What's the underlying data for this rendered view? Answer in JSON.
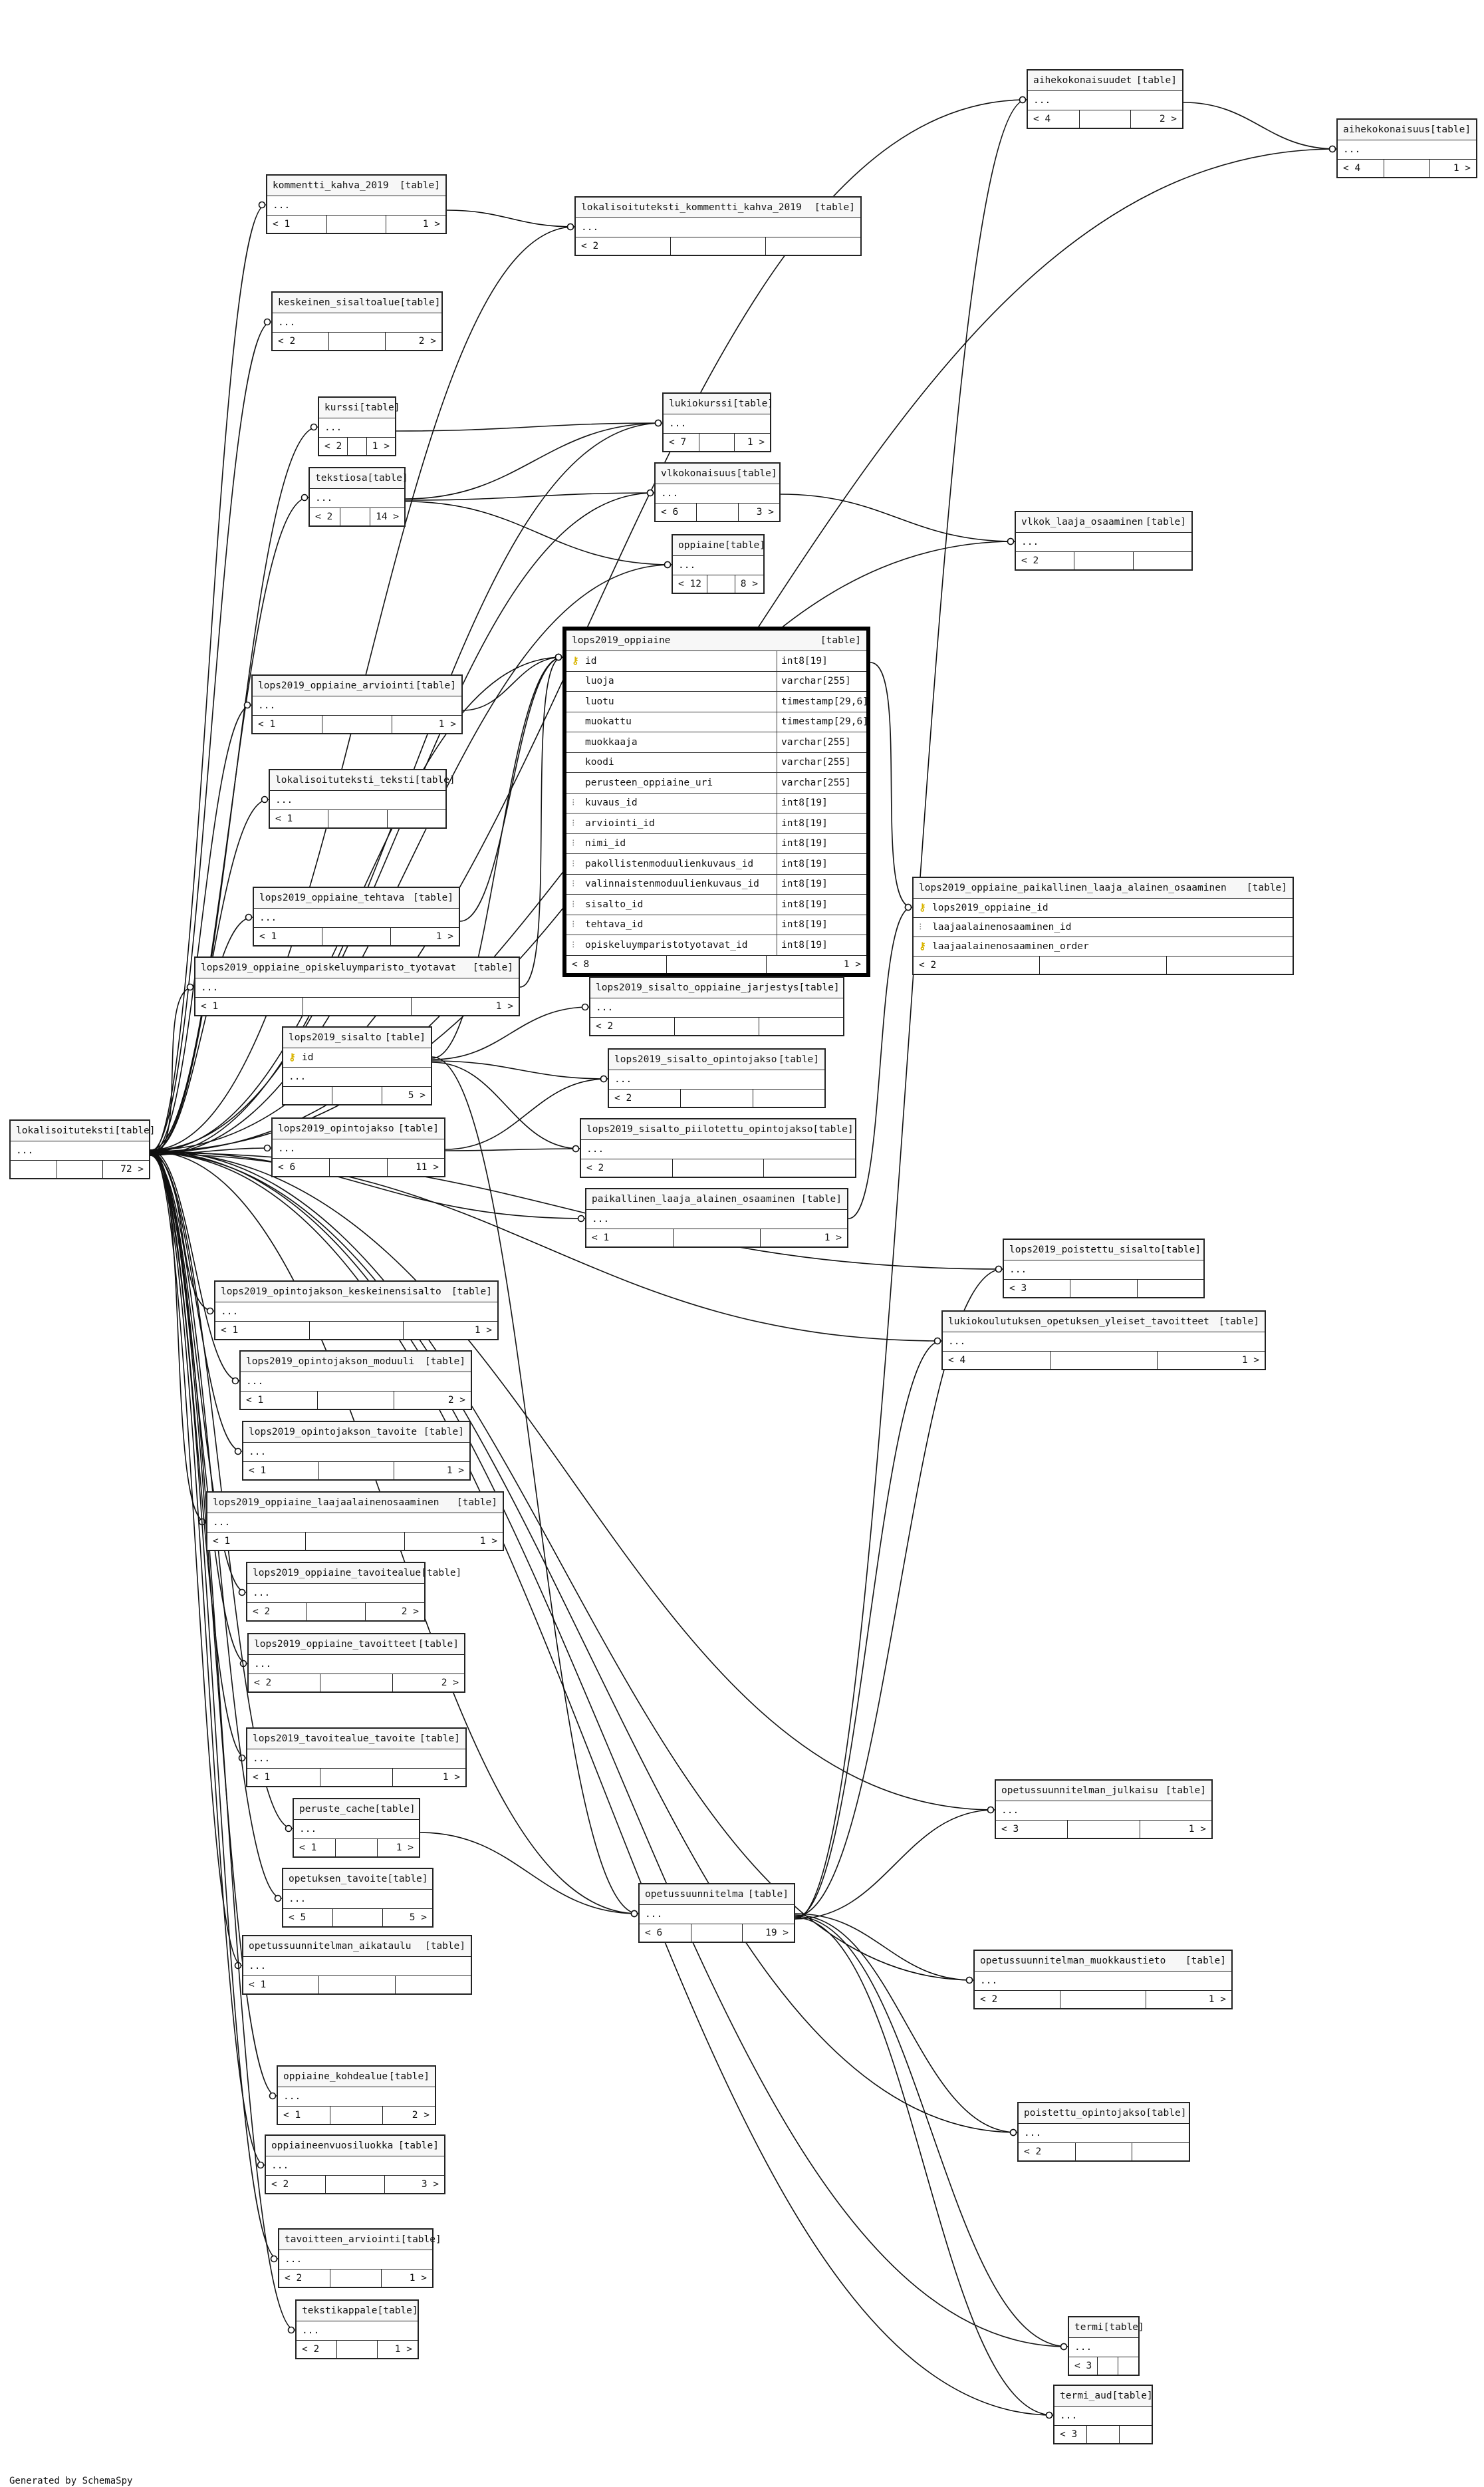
{
  "footer": "Generated by SchemaSpy",
  "main_table": {
    "name": "lops2019_oppiaine",
    "kind": "[table]",
    "columns": [
      {
        "name": "id",
        "type": "int8[19]",
        "flag": "pk"
      },
      {
        "name": "luoja",
        "type": "varchar[255]",
        "flag": ""
      },
      {
        "name": "luotu",
        "type": "timestamp[29,6]",
        "flag": ""
      },
      {
        "name": "muokattu",
        "type": "timestamp[29,6]",
        "flag": ""
      },
      {
        "name": "muokkaaja",
        "type": "varchar[255]",
        "flag": ""
      },
      {
        "name": "koodi",
        "type": "varchar[255]",
        "flag": ""
      },
      {
        "name": "perusteen_oppiaine_uri",
        "type": "varchar[255]",
        "flag": ""
      },
      {
        "name": "kuvaus_id",
        "type": "int8[19]",
        "flag": "fk"
      },
      {
        "name": "arviointi_id",
        "type": "int8[19]",
        "flag": "fk"
      },
      {
        "name": "nimi_id",
        "type": "int8[19]",
        "flag": "fk"
      },
      {
        "name": "pakollistenmoduulienkuvaus_id",
        "type": "int8[19]",
        "flag": "fk"
      },
      {
        "name": "valinnaistenmoduulienkuvaus_id",
        "type": "int8[19]",
        "flag": "fk"
      },
      {
        "name": "sisalto_id",
        "type": "int8[19]",
        "flag": "fk"
      },
      {
        "name": "tehtava_id",
        "type": "int8[19]",
        "flag": "fk"
      },
      {
        "name": "opiskeluymparistotyotavat_id",
        "type": "int8[19]",
        "flag": "fk"
      }
    ],
    "foot": [
      "< 8",
      "",
      "1 >"
    ]
  },
  "tables": [
    {
      "name": "aihekokonaisuudet",
      "kind": "[table]",
      "rows": [
        "..."
      ],
      "foot": [
        "< 4",
        "",
        "2 >"
      ]
    },
    {
      "name": "aihekokonaisuus",
      "kind": "[table]",
      "rows": [
        "..."
      ],
      "foot": [
        "< 4",
        "",
        "1 >"
      ]
    },
    {
      "name": "kommentti_kahva_2019",
      "kind": "[table]",
      "rows": [
        "..."
      ],
      "foot": [
        "< 1",
        "",
        "1 >"
      ]
    },
    {
      "name": "lokalisoituteksti_kommentti_kahva_2019",
      "kind": "[table]",
      "rows": [
        "..."
      ],
      "foot": [
        "< 2",
        "",
        ""
      ]
    },
    {
      "name": "keskeinen_sisaltoalue",
      "kind": "[table]",
      "rows": [
        "..."
      ],
      "foot": [
        "< 2",
        "",
        "2 >"
      ]
    },
    {
      "name": "kurssi",
      "kind": "[table]",
      "rows": [
        "..."
      ],
      "foot": [
        "< 2",
        "",
        "1 >"
      ]
    },
    {
      "name": "lukiokurssi",
      "kind": "[table]",
      "rows": [
        "..."
      ],
      "foot": [
        "< 7",
        "",
        "1 >"
      ]
    },
    {
      "name": "vlkokonaisuus",
      "kind": "[table]",
      "rows": [
        "..."
      ],
      "foot": [
        "< 6",
        "",
        "3 >"
      ]
    },
    {
      "name": "tekstiosa",
      "kind": "[table]",
      "rows": [
        "..."
      ],
      "foot": [
        "< 2",
        "",
        "14 >"
      ]
    },
    {
      "name": "oppiaine",
      "kind": "[table]",
      "rows": [
        "..."
      ],
      "foot": [
        "< 12",
        "",
        "8 >"
      ]
    },
    {
      "name": "vlkok_laaja_osaaminen",
      "kind": "[table]",
      "rows": [
        "..."
      ],
      "foot": [
        "< 2",
        "",
        ""
      ]
    },
    {
      "name": "lops2019_oppiaine_arviointi",
      "kind": "[table]",
      "rows": [
        "..."
      ],
      "foot": [
        "< 1",
        "",
        "1 >"
      ]
    },
    {
      "name": "lokalisoituteksti_teksti",
      "kind": "[table]",
      "rows": [
        "..."
      ],
      "foot": [
        "< 1",
        "",
        ""
      ]
    },
    {
      "name": "lops2019_oppiaine_tehtava",
      "kind": "[table]",
      "rows": [
        "..."
      ],
      "foot": [
        "< 1",
        "",
        "1 >"
      ]
    },
    {
      "name": "lops2019_oppiaine_opiskeluymparisto_tyotavat",
      "kind": "[table]",
      "rows": [
        "..."
      ],
      "foot": [
        "< 1",
        "",
        "1 >"
      ]
    },
    {
      "name": "lops2019_sisalto",
      "kind": "[table]",
      "rows": [
        "id",
        "..."
      ],
      "foot": [
        "",
        "",
        "5 >"
      ]
    },
    {
      "name": "lops2019_sisalto_oppiaine_jarjestys",
      "kind": "[table]",
      "rows": [
        "..."
      ],
      "foot": [
        "< 2",
        "",
        ""
      ]
    },
    {
      "name": "lops2019_sisalto_opintojakso",
      "kind": "[table]",
      "rows": [
        "..."
      ],
      "foot": [
        "< 2",
        "",
        ""
      ]
    },
    {
      "name": "lops2019_sisalto_piilotettu_opintojakso",
      "kind": "[table]",
      "rows": [
        "..."
      ],
      "foot": [
        "< 2",
        "",
        ""
      ]
    },
    {
      "name": "lops2019_oppiaine_paikallinen_laaja_alainen_osaaminen",
      "kind": "[table]",
      "rows": [
        "lops2019_oppiaine_id",
        "laajaalainenosaaminen_id",
        "laajaalainenosaaminen_order"
      ],
      "foot": [
        "< 2",
        "",
        ""
      ]
    },
    {
      "name": "lokalisoituteksti",
      "kind": "[table]",
      "rows": [
        "..."
      ],
      "foot": [
        "",
        "",
        "72 >"
      ]
    },
    {
      "name": "lops2019_opintojakso",
      "kind": "[table]",
      "rows": [
        "..."
      ],
      "foot": [
        "< 6",
        "",
        "11 >"
      ]
    },
    {
      "name": "paikallinen_laaja_alainen_osaaminen",
      "kind": "[table]",
      "rows": [
        "..."
      ],
      "foot": [
        "< 1",
        "",
        "1 >"
      ]
    },
    {
      "name": "lops2019_poistettu_sisalto",
      "kind": "[table]",
      "rows": [
        "..."
      ],
      "foot": [
        "< 3",
        "",
        ""
      ]
    },
    {
      "name": "lukiokoulutuksen_opetuksen_yleiset_tavoitteet",
      "kind": "[table]",
      "rows": [
        "..."
      ],
      "foot": [
        "< 4",
        "",
        "1 >"
      ]
    },
    {
      "name": "lops2019_opintojakson_keskeinensisalto",
      "kind": "[table]",
      "rows": [
        "..."
      ],
      "foot": [
        "< 1",
        "",
        "1 >"
      ]
    },
    {
      "name": "lops2019_opintojakson_moduuli",
      "kind": "[table]",
      "rows": [
        "..."
      ],
      "foot": [
        "< 1",
        "",
        "2 >"
      ]
    },
    {
      "name": "lops2019_opintojakson_tavoite",
      "kind": "[table]",
      "rows": [
        "..."
      ],
      "foot": [
        "< 1",
        "",
        "1 >"
      ]
    },
    {
      "name": "lops2019_oppiaine_laajaalainenosaaminen",
      "kind": "[table]",
      "rows": [
        "..."
      ],
      "foot": [
        "< 1",
        "",
        "1 >"
      ]
    },
    {
      "name": "lops2019_oppiaine_tavoitealue",
      "kind": "[table]",
      "rows": [
        "..."
      ],
      "foot": [
        "< 2",
        "",
        "2 >"
      ]
    },
    {
      "name": "lops2019_oppiaine_tavoitteet",
      "kind": "[table]",
      "rows": [
        "..."
      ],
      "foot": [
        "< 2",
        "",
        "2 >"
      ]
    },
    {
      "name": "lops2019_tavoitealue_tavoite",
      "kind": "[table]",
      "rows": [
        "..."
      ],
      "foot": [
        "< 1",
        "",
        "1 >"
      ]
    },
    {
      "name": "opetussuunnitelman_julkaisu",
      "kind": "[table]",
      "rows": [
        "..."
      ],
      "foot": [
        "< 3",
        "",
        "1 >"
      ]
    },
    {
      "name": "peruste_cache",
      "kind": "[table]",
      "rows": [
        "..."
      ],
      "foot": [
        "< 1",
        "",
        "1 >"
      ]
    },
    {
      "name": "opetuksen_tavoite",
      "kind": "[table]",
      "rows": [
        "..."
      ],
      "foot": [
        "< 5",
        "",
        "5 >"
      ]
    },
    {
      "name": "opetussuunnitelma",
      "kind": "[table]",
      "rows": [
        "..."
      ],
      "foot": [
        "< 6",
        "",
        "19 >"
      ]
    },
    {
      "name": "opetussuunnitelman_aikataulu",
      "kind": "[table]",
      "rows": [
        "..."
      ],
      "foot": [
        "< 1",
        "",
        ""
      ]
    },
    {
      "name": "opetussuunnitelman_muokkaustieto",
      "kind": "[table]",
      "rows": [
        "..."
      ],
      "foot": [
        "< 2",
        "",
        "1 >"
      ]
    },
    {
      "name": "oppiaine_kohdealue",
      "kind": "[table]",
      "rows": [
        "..."
      ],
      "foot": [
        "< 1",
        "",
        "2 >"
      ]
    },
    {
      "name": "poistettu_opintojakso",
      "kind": "[table]",
      "rows": [
        "..."
      ],
      "foot": [
        "< 2",
        "",
        ""
      ]
    },
    {
      "name": "oppiaineenvuosiluokka",
      "kind": "[table]",
      "rows": [
        "..."
      ],
      "foot": [
        "< 2",
        "",
        "3 >"
      ]
    },
    {
      "name": "tavoitteen_arviointi",
      "kind": "[table]",
      "rows": [
        "..."
      ],
      "foot": [
        "< 2",
        "",
        "1 >"
      ]
    },
    {
      "name": "tekstikappale",
      "kind": "[table]",
      "rows": [
        "..."
      ],
      "foot": [
        "< 2",
        "",
        "1 >"
      ]
    },
    {
      "name": "termi",
      "kind": "[table]",
      "rows": [
        "..."
      ],
      "foot": [
        "< 3",
        "",
        ""
      ]
    },
    {
      "name": "termi_aud",
      "kind": "[table]",
      "rows": [
        "..."
      ],
      "foot": [
        "< 3",
        "",
        ""
      ]
    }
  ]
}
